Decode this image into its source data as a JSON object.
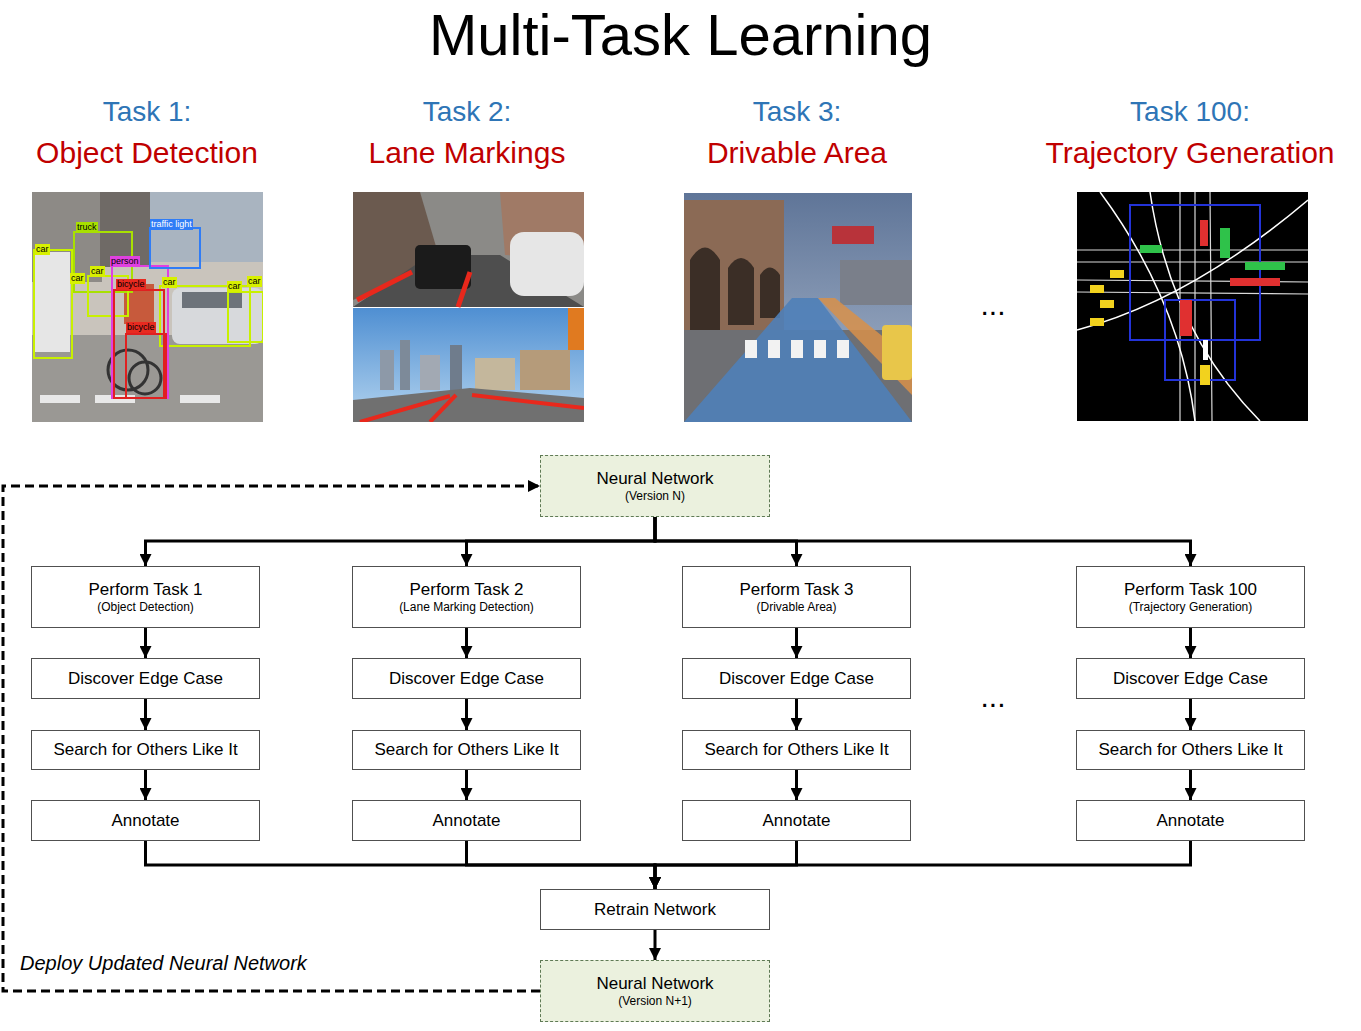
{
  "diagram": {
    "title": "Multi-Task Learning",
    "nodes": [
      {
        "text": [
          "Neural Network",
          "(Version N)"
        ]
      },
      {
        "text": [
          "Perform Task 1",
          "(Object Detection)"
        ]
      },
      {
        "text": [
          "Perform Task 2",
          "(Lane Marking Detection)"
        ]
      },
      {
        "text": [
          "Perform Task 3",
          "(Drivable Area)"
        ]
      },
      {
        "text": [
          "Perform Task 100",
          "(Trajectory Generation)"
        ]
      },
      {
        "text": [
          "Discover Edge Case"
        ]
      },
      {
        "text": [
          "Discover Edge Case"
        ]
      },
      {
        "text": [
          "Discover Edge Case"
        ]
      },
      {
        "text": [
          "Discover Edge Case"
        ]
      },
      {
        "text": [
          "Search for Others Like It"
        ]
      },
      {
        "text": [
          "Search for Others Like It"
        ]
      },
      {
        "text": [
          "Search for Others Like It"
        ]
      },
      {
        "text": [
          "Search for Others Like It"
        ]
      },
      {
        "text": [
          "Annotate"
        ]
      },
      {
        "text": [
          "Annotate"
        ]
      },
      {
        "text": [
          "Annotate"
        ]
      },
      {
        "text": [
          "Annotate"
        ]
      },
      {
        "text": [
          "Retrain Network"
        ]
      },
      {
        "text": [
          "Neural Network",
          "(Version N+1)"
        ]
      }
    ],
    "edges": [
      {
        "from": 0,
        "to": 1,
        "arrow": "to"
      },
      {
        "from": 0,
        "to": 2,
        "arrow": "to"
      },
      {
        "from": 0,
        "to": 3,
        "arrow": "to"
      },
      {
        "from": 0,
        "to": 4,
        "arrow": "to"
      },
      {
        "from": 1,
        "to": 5,
        "arrow": "to"
      },
      {
        "from": 5,
        "to": 9,
        "arrow": "to"
      },
      {
        "from": 9,
        "to": 13,
        "arrow": "to"
      },
      {
        "from": 2,
        "to": 6,
        "arrow": "to"
      },
      {
        "from": 6,
        "to": 10,
        "arrow": "to"
      },
      {
        "from": 10,
        "to": 14,
        "arrow": "to"
      },
      {
        "from": 3,
        "to": 7,
        "arrow": "to"
      },
      {
        "from": 7,
        "to": 11,
        "arrow": "to"
      },
      {
        "from": 11,
        "to": 15,
        "arrow": "to"
      },
      {
        "from": 4,
        "to": 8,
        "arrow": "to"
      },
      {
        "from": 8,
        "to": 12,
        "arrow": "to"
      },
      {
        "from": 12,
        "to": 16,
        "arrow": "to"
      },
      {
        "from": 13,
        "to": 17,
        "arrow": "to"
      },
      {
        "from": 14,
        "to": 17,
        "arrow": "to"
      },
      {
        "from": 15,
        "to": 17,
        "arrow": "to"
      },
      {
        "from": 16,
        "to": 17,
        "arrow": "to"
      },
      {
        "from": 17,
        "to": 18,
        "arrow": "to"
      },
      {
        "from": 18,
        "to": 0,
        "label": "Deploy Updated Neural Network",
        "arrow": "to"
      }
    ],
    "labels": [
      "Task 1:",
      "Object Detection",
      "truck",
      "traffic light",
      "car",
      "person",
      "car",
      "car",
      "bicycle",
      "car",
      "car",
      "car",
      "bicycle",
      "Task 2:",
      "Lane Markings",
      "Task 3:",
      "Drivable Area",
      "...",
      "Task 100:",
      "Trajectory Generation",
      "..."
    ]
  }
}
